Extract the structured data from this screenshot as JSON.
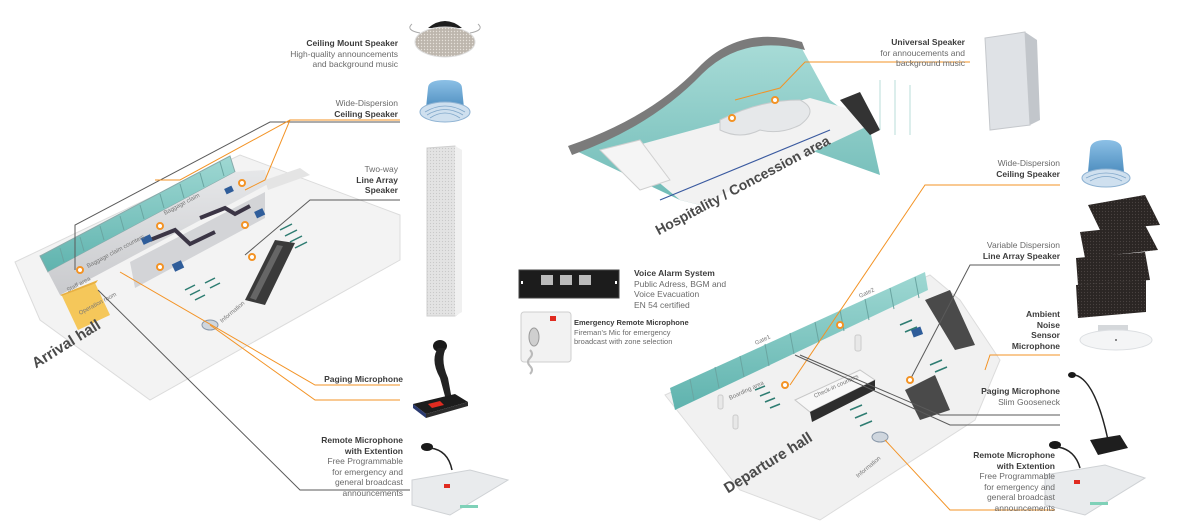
{
  "colors": {
    "accent_orange": "#f39325",
    "line_gray": "#5a5a5a",
    "glass": "#7fc7c2",
    "floor": "#f1f1f1",
    "wall": "#d9dadc",
    "text_dark": "#3c3c3c",
    "text_light": "#6a6a6a"
  },
  "areas": {
    "arrival": "Arrival hall",
    "hospitality": "Hospitality / Concession area",
    "departure": "Departure hall"
  },
  "arrival_rooms": {
    "baggage_claim": "Baggage claim",
    "baggage_claim_counters": "Baggage claim counters",
    "staff_area": "Staff area",
    "operation_room": "Operation room",
    "information": "Information"
  },
  "departure_rooms": {
    "gate1": "Gate1",
    "gate2": "Gate2",
    "boarding_area": "Boarding area",
    "checkin_counters": "Check-in counters",
    "information": "Information"
  },
  "products": {
    "ceiling_mount": {
      "title": "Ceiling Mount Speaker",
      "desc": [
        "High-quality announcements",
        "and background music"
      ],
      "icon": "ceiling-speaker-icon"
    },
    "wide_dispersion_left": {
      "pre": "Wide-Dispersion",
      "title": "Ceiling Speaker",
      "icon": "wide-dispersion-speaker-icon"
    },
    "line_array_left": {
      "pre": "Two-way",
      "title_lines": [
        "Line Array",
        "Speaker"
      ],
      "icon": "column-speaker-icon"
    },
    "paging_mic_left": {
      "title": "Paging Microphone",
      "icon": "paging-microphone-icon"
    },
    "remote_mic_left": {
      "title_lines": [
        "Remote Microphone",
        "with Extention"
      ],
      "desc": [
        "Free Programmable",
        "for emergency and",
        "general broadcast",
        "announcements"
      ],
      "icon": "remote-microphone-icon"
    },
    "voice_alarm": {
      "title": "Voice Alarm System",
      "desc": [
        "Public Adress, BGM and",
        "Voice Evacuation",
        "EN 54 certified"
      ],
      "icon": "rack-unit-icon"
    },
    "emergency_mic": {
      "title": "Emergency Remote Microphone",
      "desc": [
        "Fireman's Mic for emergency",
        "broadcast with zone selection"
      ],
      "icon": "emergency-microphone-icon"
    },
    "universal_speaker": {
      "title": "Universal Speaker",
      "desc": [
        "for annoucements and",
        "background music"
      ],
      "icon": "box-speaker-icon"
    },
    "wide_dispersion_right": {
      "pre": "Wide-Dispersion",
      "title": "Ceiling Speaker",
      "icon": "wide-dispersion-speaker-icon"
    },
    "line_array_right": {
      "pre": "Variable Dispersion",
      "title": "Line Array Speaker",
      "icon": "line-array-speaker-icon"
    },
    "ambient_noise": {
      "title_lines": [
        "Ambient",
        "Noise",
        "Sensor",
        "Microphone"
      ],
      "icon": "ambient-noise-sensor-icon"
    },
    "paging_mic_right": {
      "title": "Paging Microphone",
      "desc": [
        "Slim Gooseneck"
      ],
      "icon": "gooseneck-microphone-icon"
    },
    "remote_mic_right": {
      "title_lines": [
        "Remote Microphone",
        "with Extention"
      ],
      "desc": [
        "Free Programmable",
        "for emergency and",
        "general broadcast",
        "announcements"
      ],
      "icon": "remote-microphone-icon"
    }
  }
}
